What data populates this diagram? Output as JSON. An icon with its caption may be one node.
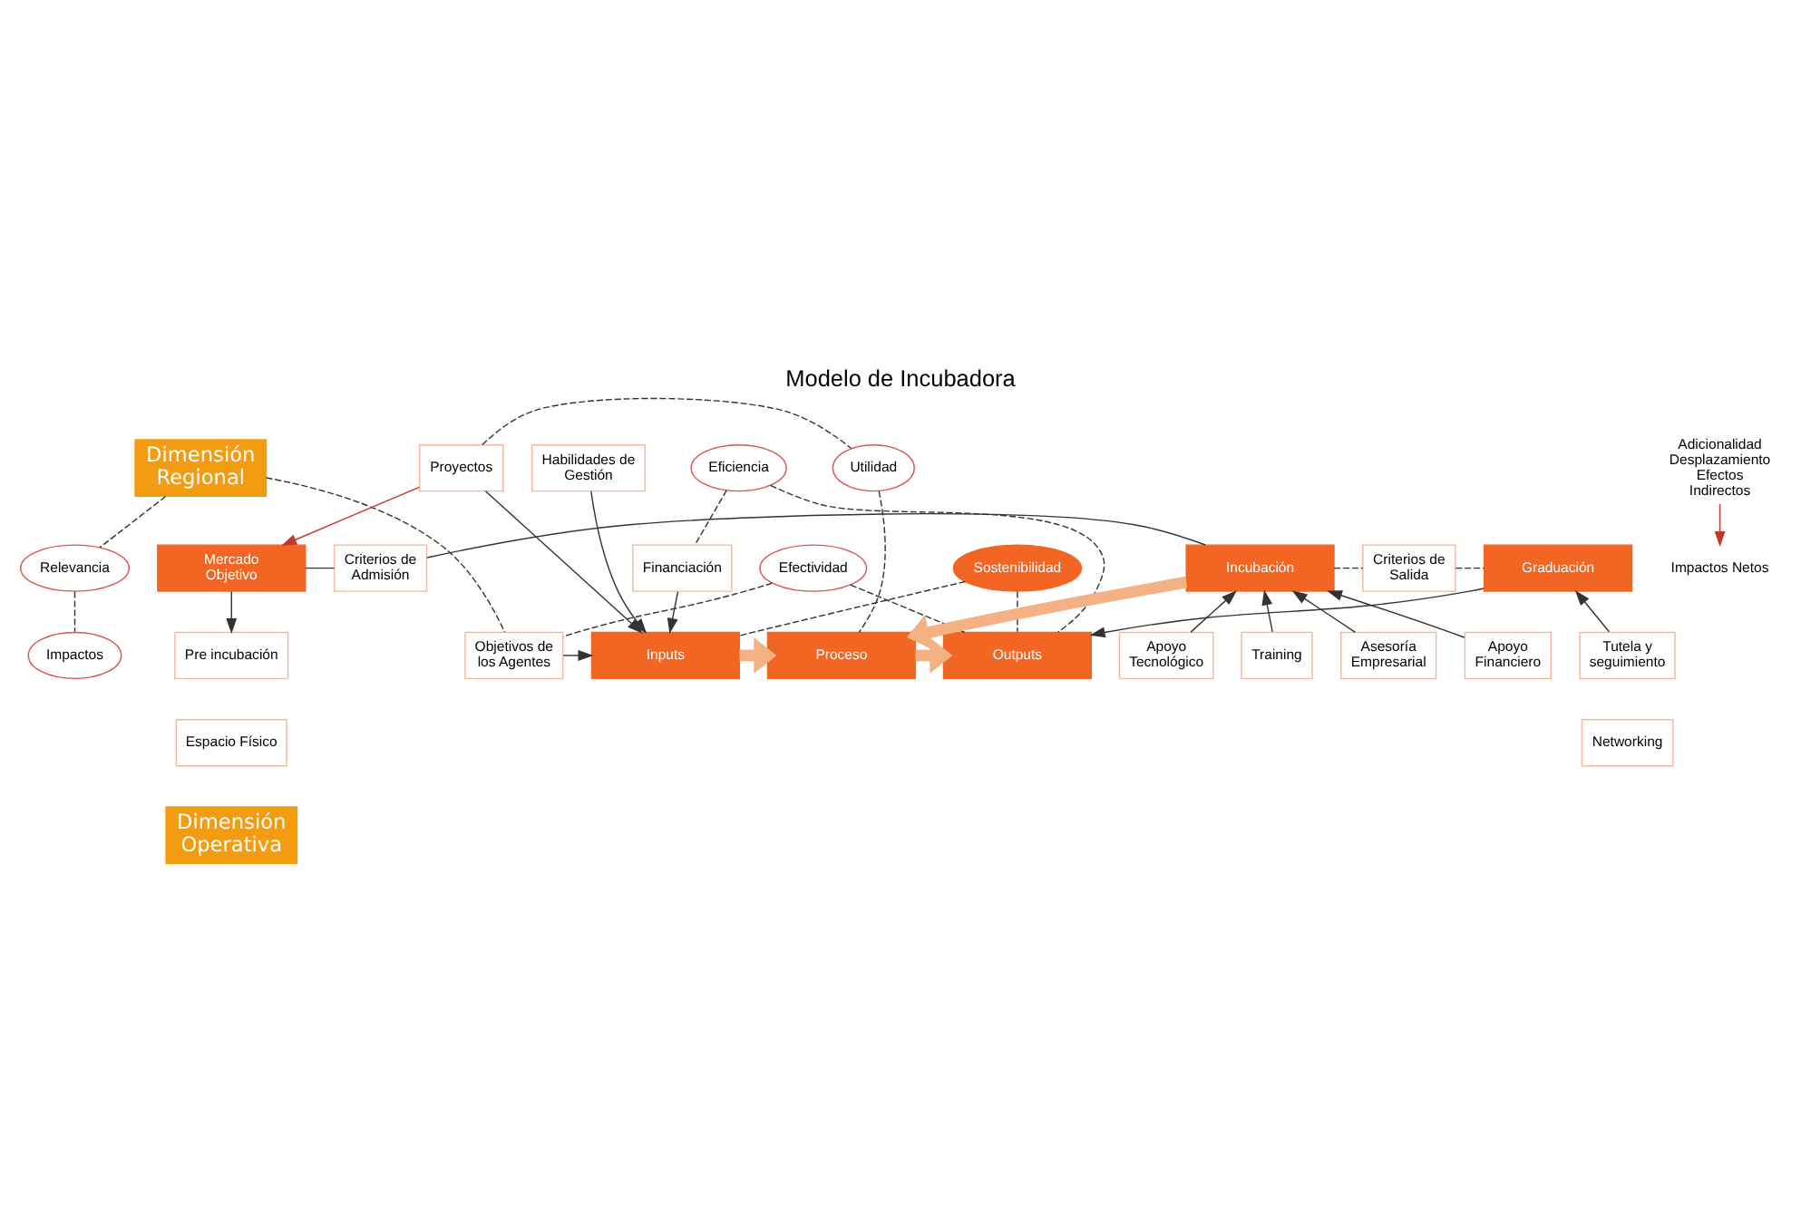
{
  "diagram": {
    "title": "Modelo de Incubadora",
    "nodes": [
      {
        "text": [
          "Dimensión Regional"
        ]
      },
      {
        "text": [
          "Efectividad"
        ]
      },
      {
        "text": [
          "Eficiencia"
        ]
      },
      {
        "text": [
          "Relevancia"
        ]
      },
      {
        "text": [
          "Financiación"
        ]
      },
      {
        "text": [
          "Sostenibilidad"
        ]
      },
      {
        "text": [
          "Objetivos de los Agentes"
        ]
      },
      {
        "text": [
          "Inputs"
        ]
      },
      {
        "text": [
          "Proceso"
        ]
      },
      {
        "text": [
          "Outputs"
        ]
      },
      {
        "text": [
          "Impactos"
        ]
      },
      {
        "text": [
          "Habilidades de Gestión"
        ]
      },
      {
        "text": [
          "Proyectos"
        ]
      },
      {
        "text": [
          "Utilidad"
        ]
      },
      {
        "text": [
          "Adicionalidad Desplazamiento Efectos Indirectos"
        ]
      },
      {
        "text": [
          "Impactos Netos"
        ]
      },
      {
        "text": [
          "Mercado Objetivo"
        ]
      },
      {
        "text": [
          "Criterios de Admisión"
        ]
      },
      {
        "text": [
          "Incubación"
        ]
      },
      {
        "text": [
          "Criterios de Salida"
        ]
      },
      {
        "text": [
          "Graduación"
        ]
      },
      {
        "text": [
          "Pre incubación"
        ]
      },
      {
        "text": [
          "Training"
        ]
      },
      {
        "text": [
          "Asesoría Empresarial"
        ]
      },
      {
        "text": [
          "Apoyo Financiero"
        ]
      },
      {
        "text": [
          "Apoyo Tecnológico"
        ]
      },
      {
        "text": [
          "Tutela y seguimiento"
        ]
      },
      {
        "text": [
          "Espacio Físico"
        ]
      },
      {
        "text": [
          "Networking"
        ]
      },
      {
        "text": [
          "Dimensión Operativa"
        ]
      }
    ],
    "edges": [
      {
        "from": 0,
        "to": 6,
        "arrow": "none",
        "style": "dashed"
      },
      {
        "from": 0,
        "to": 3,
        "arrow": "none",
        "style": "dashed"
      },
      {
        "from": 3,
        "to": 10,
        "arrow": "none",
        "style": "dashed"
      },
      {
        "from": 1,
        "to": 6,
        "arrow": "none",
        "style": "dashed"
      },
      {
        "from": 1,
        "to": 9,
        "arrow": "none",
        "style": "dashed"
      },
      {
        "from": 2,
        "to": 4,
        "arrow": "none",
        "style": "dashed"
      },
      {
        "from": 2,
        "to": 9,
        "arrow": "none",
        "style": "dashed"
      },
      {
        "from": 5,
        "to": 7,
        "arrow": "none",
        "style": "dashed"
      },
      {
        "from": 5,
        "to": 9,
        "arrow": "none",
        "style": "dashed"
      },
      {
        "from": 4,
        "to": 7,
        "arrow": "to"
      },
      {
        "from": 6,
        "to": 7,
        "arrow": "to"
      },
      {
        "from": 11,
        "to": 7,
        "arrow": "to"
      },
      {
        "from": 12,
        "to": 7,
        "arrow": "to"
      },
      {
        "from": 7,
        "to": 8,
        "arrow": "to",
        "style": "thick",
        "color": "#f4b183"
      },
      {
        "from": 8,
        "to": 9,
        "arrow": "to",
        "style": "thick",
        "color": "#f4b183"
      },
      {
        "from": 12,
        "to": 13,
        "arrow": "none",
        "style": "dashed"
      },
      {
        "from": 13,
        "to": 8,
        "arrow": "none",
        "style": "dashed"
      },
      {
        "from": 18,
        "to": 8,
        "arrow": "to",
        "style": "thick",
        "color": "#f4b183"
      },
      {
        "from": 12,
        "to": 16,
        "arrow": "to",
        "color": "#c0392b"
      },
      {
        "from": 16,
        "to": 21,
        "arrow": "to"
      },
      {
        "from": 16,
        "to": 17,
        "arrow": "none"
      },
      {
        "from": 17,
        "to": 18,
        "arrow": "none"
      },
      {
        "from": 18,
        "to": 19,
        "arrow": "none",
        "style": "dashed"
      },
      {
        "from": 19,
        "to": 20,
        "arrow": "none",
        "style": "dashed"
      },
      {
        "from": 20,
        "to": 9,
        "arrow": "to"
      },
      {
        "from": 22,
        "to": 18,
        "arrow": "to"
      },
      {
        "from": 23,
        "to": 18,
        "arrow": "to"
      },
      {
        "from": 24,
        "to": 18,
        "arrow": "to"
      },
      {
        "from": 25,
        "to": 18,
        "arrow": "to"
      },
      {
        "from": 26,
        "to": 20,
        "arrow": "to"
      },
      {
        "from": 14,
        "to": 15,
        "arrow": "to",
        "color": "#c0392b"
      }
    ]
  }
}
